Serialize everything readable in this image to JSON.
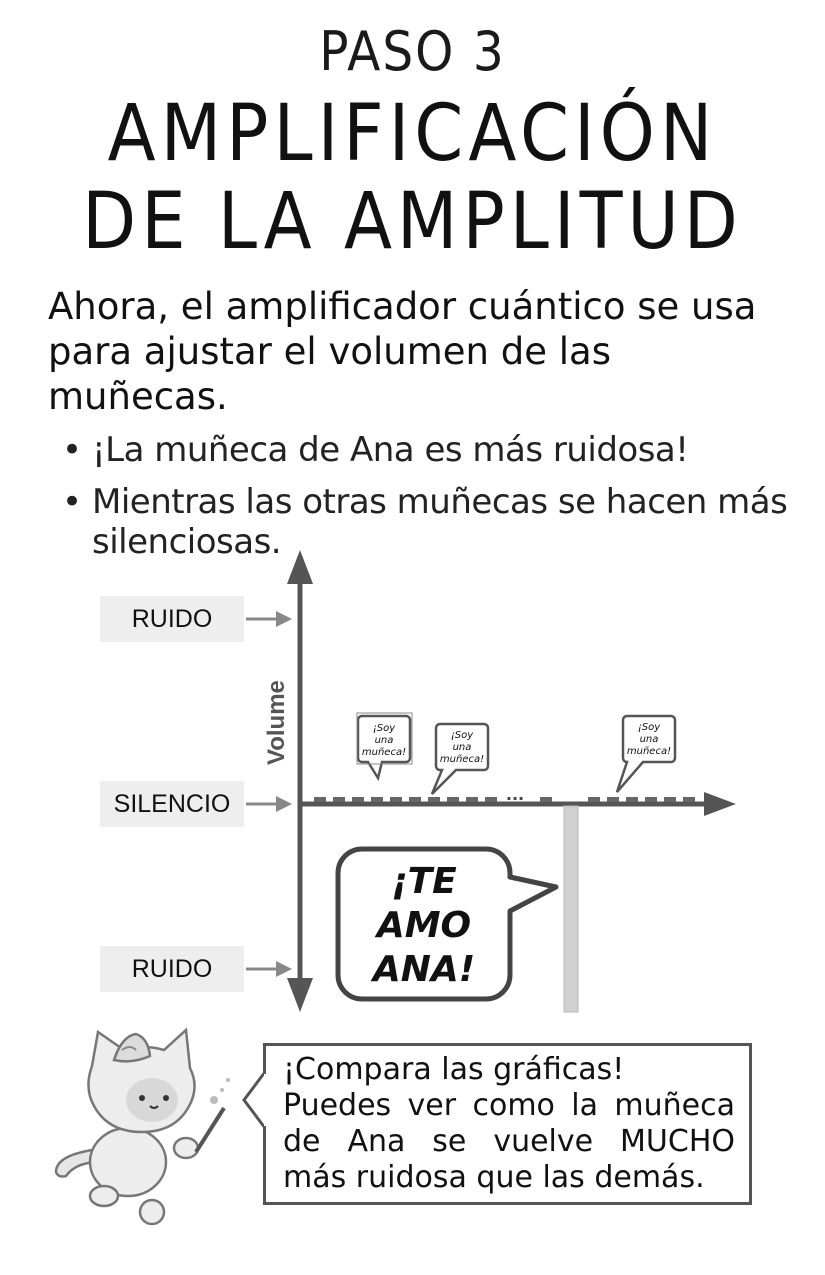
{
  "header": {
    "step": "PASO 3",
    "title_line1": "AMPLIFICACIÓN",
    "title_line2": "DE LA AMPLITUD"
  },
  "intro": "Ahora, el amplificador cuántico se usa para ajustar el volumen de las muñecas.",
  "bullets": [
    "¡La muñeca de Ana es más ruidosa!",
    "Mientras las otras muñecas se hacen más silenciosas."
  ],
  "diagram": {
    "y_axis_label": "Volume",
    "level_labels": {
      "top": "RUIDO",
      "middle": "SILENCIO",
      "bottom": "RUIDO"
    },
    "doll_speech": "¡Soy una muñeca!",
    "ellipsis": "...",
    "ana_speech": "¡TE AMO ANA!",
    "ana_speech_lines": [
      "¡TE",
      "AMO",
      "ANA!"
    ]
  },
  "callout": {
    "line1": "¡Compara las gráficas!",
    "line2": "Puedes ver como la muñeca de Ana se vuelve MUCHO más ruidosa que las demás."
  }
}
